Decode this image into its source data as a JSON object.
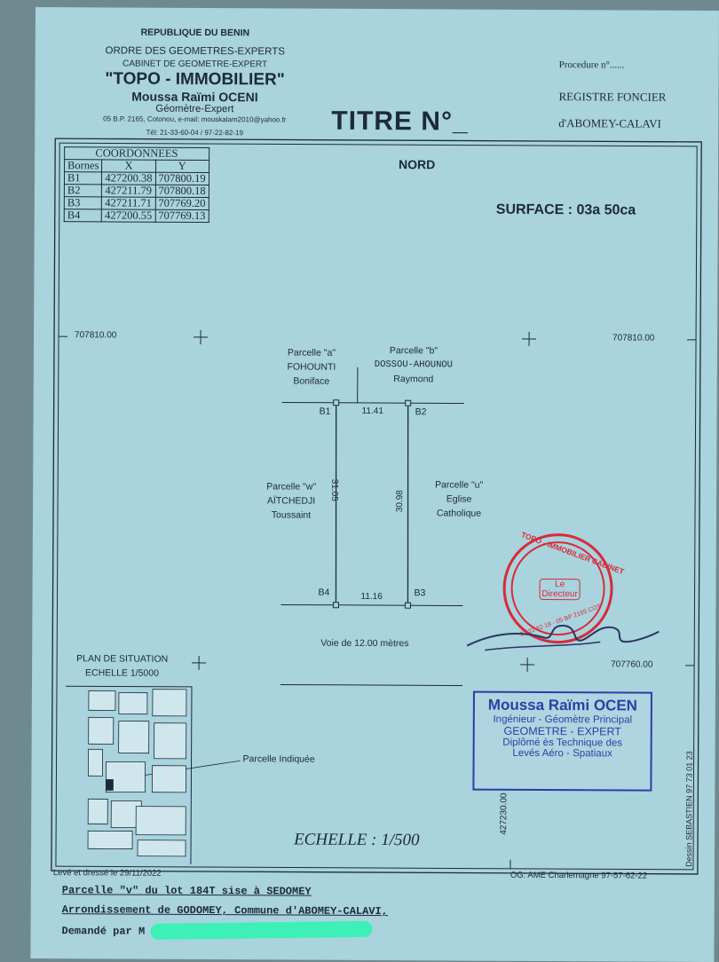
{
  "header": {
    "republic": "REPUBLIQUE DU BENIN",
    "order": "ORDRE DES GEOMETRES-EXPERTS",
    "cabinet": "CABINET DE GEOMETRE-EXPERT",
    "firm": "\"TOPO - IMMOBILIER\"",
    "person": "Moussa Raïmi OCENI",
    "role": "Géomètre-Expert",
    "address": "05 B.P. 2165, Cotonou, e-mail: mouskalam2010@yahoo.fr",
    "phone": "Tél: 21-33-60-04 / 97-22-82-19"
  },
  "right_header": {
    "procedure": "Procedure n°......",
    "registre": "REGISTRE FONCIER",
    "city": "d'ABOMEY-CALAVI"
  },
  "title": "TITRE N°_",
  "coordinates": {
    "title": "COORDONNEES",
    "headers": [
      "Bornes",
      "X",
      "Y"
    ],
    "rows": [
      {
        "b": "B1",
        "x": "427200.38",
        "y": "707800.19"
      },
      {
        "b": "B2",
        "x": "427211.79",
        "y": "707800.18"
      },
      {
        "b": "B3",
        "x": "427211.71",
        "y": "707769.20"
      },
      {
        "b": "B4",
        "x": "427200.55",
        "y": "707769.13"
      }
    ]
  },
  "map": {
    "north": "NORD",
    "surface": "SURFACE : 03a 50ca",
    "grid_top_left": "707810.00",
    "grid_top_right": "707810.00",
    "grid_bottom_right": "707760.00",
    "grid_x": "427230.00",
    "parcel_a": [
      "Parcelle \"a\"",
      "FOHOUNTI",
      "Boniface"
    ],
    "parcel_b": [
      "Parcelle \"b\"",
      "DOSSOU-AHOUNOU",
      "Raymond"
    ],
    "parcel_w": [
      "Parcelle \"w\"",
      "AÏTCHEDJI",
      "Toussaint"
    ],
    "parcel_u": [
      "Parcelle \"u\"",
      "Eglise",
      "Catholique"
    ],
    "b1": "B1",
    "b2": "B2",
    "b3": "B3",
    "b4": "B4",
    "dim_top": "11.41",
    "dim_bottom": "11.16",
    "dim_left": "31.05",
    "dim_right": "30.98",
    "road": "Voie de 12.00 mètres",
    "situation_title": "PLAN DE SITUATION",
    "situation_scale": "ECHELLE 1/5000",
    "parcel_indicated": "Parcelle Indiquée",
    "scale": "ECHELLE : 1/500",
    "dessin": "Dessin SEBASTIEN 97 73 01 23"
  },
  "stamps": {
    "round_top": "TOPO - IMMOBILIER CABINET",
    "round_center": "Le Directeur",
    "round_bottom": "97 22 82 19 - 05 BP 2165 COT",
    "blue": [
      "Moussa Raïmi OCEN",
      "Ingénieur - Géomètre Principal",
      "GEOMETRE - EXPERT",
      "Diplômé ès Technique des",
      "Levés Aéro - Spatiaux"
    ]
  },
  "footer": {
    "date": "Levé et dressé le 29/11/2022",
    "og": "OG: AME Charlemagne 97-57-62-22",
    "line1": "Parcelle \"v\" du lot 184T sise à SEDOMEY",
    "line2": "Arrondissement de GODOMEY, Commune d'ABOMEY-CALAVI,",
    "line3": "Demandé par M"
  },
  "colors": {
    "paper": "#a9d3dd",
    "ink": "#1d2a3a",
    "stamp_red": "#d62c3b",
    "stamp_blue": "#2b3fa3",
    "highlight": "#3df0b8"
  }
}
